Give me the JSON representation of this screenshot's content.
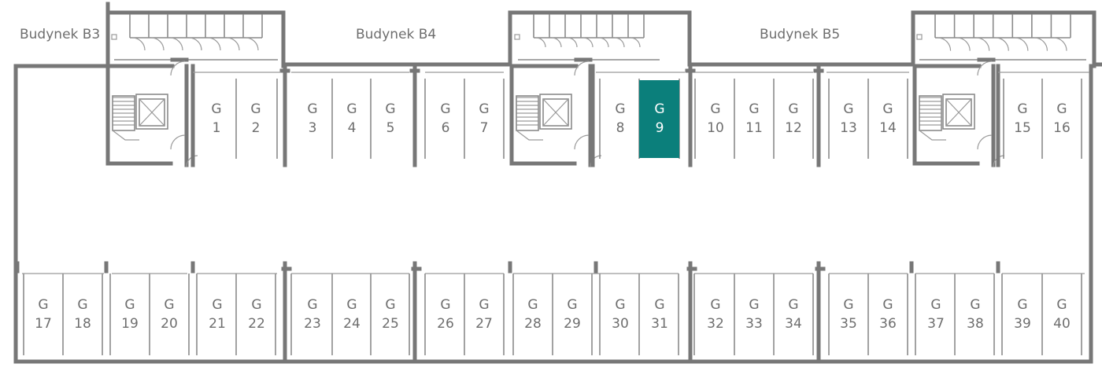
{
  "buildings": [
    {
      "id": "b3",
      "label": "Budynek B3"
    },
    {
      "id": "b4",
      "label": "Budynek B4"
    },
    {
      "id": "b5",
      "label": "Budynek B5"
    }
  ],
  "colors": {
    "highlight": "#0b7f7b",
    "wall": "#777777",
    "text": "#6e6e6e"
  },
  "highlighted_spot": "9",
  "spots": [
    {
      "prefix": "G",
      "number": "1"
    },
    {
      "prefix": "G",
      "number": "2"
    },
    {
      "prefix": "G",
      "number": "3"
    },
    {
      "prefix": "G",
      "number": "4"
    },
    {
      "prefix": "G",
      "number": "5"
    },
    {
      "prefix": "G",
      "number": "6"
    },
    {
      "prefix": "G",
      "number": "7"
    },
    {
      "prefix": "G",
      "number": "8"
    },
    {
      "prefix": "G",
      "number": "9"
    },
    {
      "prefix": "G",
      "number": "10"
    },
    {
      "prefix": "G",
      "number": "11"
    },
    {
      "prefix": "G",
      "number": "12"
    },
    {
      "prefix": "G",
      "number": "13"
    },
    {
      "prefix": "G",
      "number": "14"
    },
    {
      "prefix": "G",
      "number": "15"
    },
    {
      "prefix": "G",
      "number": "16"
    },
    {
      "prefix": "G",
      "number": "17"
    },
    {
      "prefix": "G",
      "number": "18"
    },
    {
      "prefix": "G",
      "number": "19"
    },
    {
      "prefix": "G",
      "number": "20"
    },
    {
      "prefix": "G",
      "number": "21"
    },
    {
      "prefix": "G",
      "number": "22"
    },
    {
      "prefix": "G",
      "number": "23"
    },
    {
      "prefix": "G",
      "number": "24"
    },
    {
      "prefix": "G",
      "number": "25"
    },
    {
      "prefix": "G",
      "number": "26"
    },
    {
      "prefix": "G",
      "number": "27"
    },
    {
      "prefix": "G",
      "number": "28"
    },
    {
      "prefix": "G",
      "number": "29"
    },
    {
      "prefix": "G",
      "number": "30"
    },
    {
      "prefix": "G",
      "number": "31"
    },
    {
      "prefix": "G",
      "number": "32"
    },
    {
      "prefix": "G",
      "number": "33"
    },
    {
      "prefix": "G",
      "number": "34"
    },
    {
      "prefix": "G",
      "number": "35"
    },
    {
      "prefix": "G",
      "number": "36"
    },
    {
      "prefix": "G",
      "number": "37"
    },
    {
      "prefix": "G",
      "number": "38"
    },
    {
      "prefix": "G",
      "number": "39"
    },
    {
      "prefix": "G",
      "number": "40"
    }
  ]
}
